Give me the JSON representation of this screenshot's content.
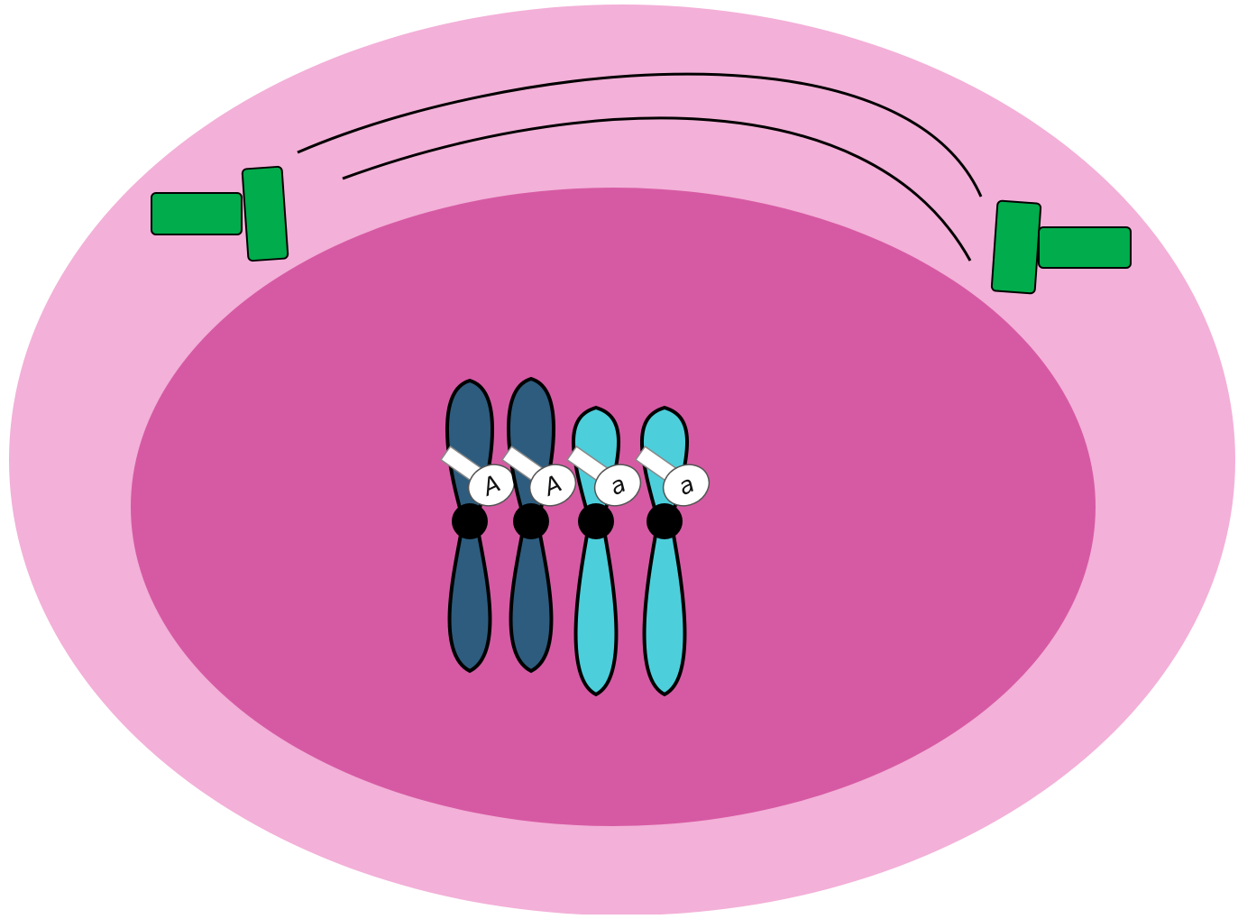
{
  "diagram": {
    "colors": {
      "cytoplasm": "#f3b0d8",
      "nucleus": "#d65aa3",
      "centrosome": "#00ac4c",
      "chromosome_dark": "#2d5c7e",
      "chromosome_light": "#4dcedb",
      "centromere": "#000000",
      "allele_tag": "#ffffff",
      "outline": "#000000"
    },
    "chromosomes": [
      {
        "allele": "A",
        "shade": "dark"
      },
      {
        "allele": "A",
        "shade": "dark"
      },
      {
        "allele": "a",
        "shade": "light"
      },
      {
        "allele": "a",
        "shade": "light"
      }
    ],
    "centrosomes": [
      "left",
      "right"
    ],
    "spindle_fibers": 2
  }
}
